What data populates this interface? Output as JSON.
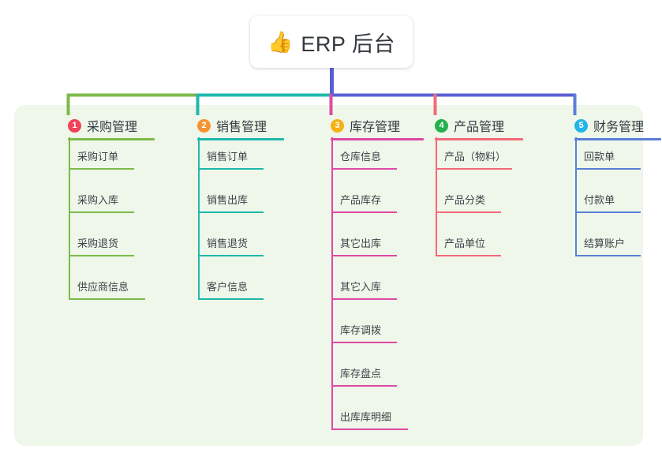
{
  "title": {
    "emoji": "👍",
    "emoji_name": "thumbs-up-icon",
    "text": "ERP 后台"
  },
  "colors": {
    "page_background": "#ffffff",
    "panel_background": "#eef7e9",
    "title_card_background": "#ffffff",
    "title_text": "#33383d",
    "trunk": "#5b5fd6",
    "bus_left": "#6cb33f",
    "bus_mid": "#0ebaae",
    "bus_right": "#5b5fd6"
  },
  "columns": [
    {
      "index": "1",
      "label": "采购管理",
      "badge_color": "#f2415a",
      "line_color": "#7dba4a",
      "drop_color": "#7dba4a",
      "items": [
        "采购订单",
        "采购入库",
        "采购退货",
        "供应商信息"
      ]
    },
    {
      "index": "2",
      "label": "销售管理",
      "badge_color": "#f79231",
      "line_color": "#1fb8ac",
      "drop_color": "#1fb8ac",
      "items": [
        "销售订单",
        "销售出库",
        "销售退货",
        "客户信息"
      ]
    },
    {
      "index": "3",
      "label": "库存管理",
      "badge_color": "#f5b216",
      "line_color": "#e048a4",
      "drop_color": "#e048a4",
      "items": [
        "仓库信息",
        "产品库存",
        "其它出库",
        "其它入库",
        "库存调拨",
        "库存盘点",
        "出库库明细"
      ]
    },
    {
      "index": "4",
      "label": "产品管理",
      "badge_color": "#22b14c",
      "line_color": "#f4697a",
      "drop_color": "#f4697a",
      "items": [
        "产品（物料）",
        "产品分类",
        "产品单位"
      ]
    },
    {
      "index": "5",
      "label": "财务管理",
      "badge_color": "#25b4e8",
      "line_color": "#5b7fd6",
      "drop_color": "#5b7fd6",
      "items": [
        "回款单",
        "付款单",
        "结算账户"
      ]
    }
  ]
}
